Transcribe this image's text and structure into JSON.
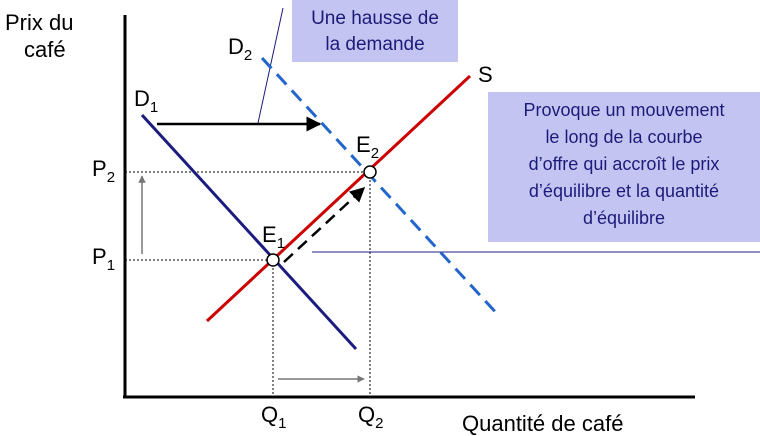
{
  "axes": {
    "y_label_line1": "Prix du",
    "y_label_line2": "café",
    "x_label": "Quantité de café"
  },
  "curves": {
    "supply": "S",
    "demand_initial": {
      "base": "D",
      "sub": "1"
    },
    "demand_new": {
      "base": "D",
      "sub": "2"
    }
  },
  "points": {
    "e1": {
      "base": "E",
      "sub": "1"
    },
    "e2": {
      "base": "E",
      "sub": "2"
    }
  },
  "ticks": {
    "p1": {
      "base": "P",
      "sub": "1"
    },
    "p2": {
      "base": "P",
      "sub": "2"
    },
    "q1": {
      "base": "Q",
      "sub": "1"
    },
    "q2": {
      "base": "Q",
      "sub": "2"
    }
  },
  "callouts": {
    "demand_increase": [
      "Une hausse de",
      "la demande"
    ],
    "movement": [
      "Provoque un mouvement",
      "le long de la courbe",
      "d’offre qui accroît le prix",
      "d’équilibre et la quantité",
      "d’équilibre"
    ]
  },
  "colors": {
    "supply": "#cc0000",
    "demand_initial": "#1c1c80",
    "demand_new": "#2266cc",
    "callout_bg": "#c4c4f2",
    "callout_text": "#1b1b7a"
  }
}
